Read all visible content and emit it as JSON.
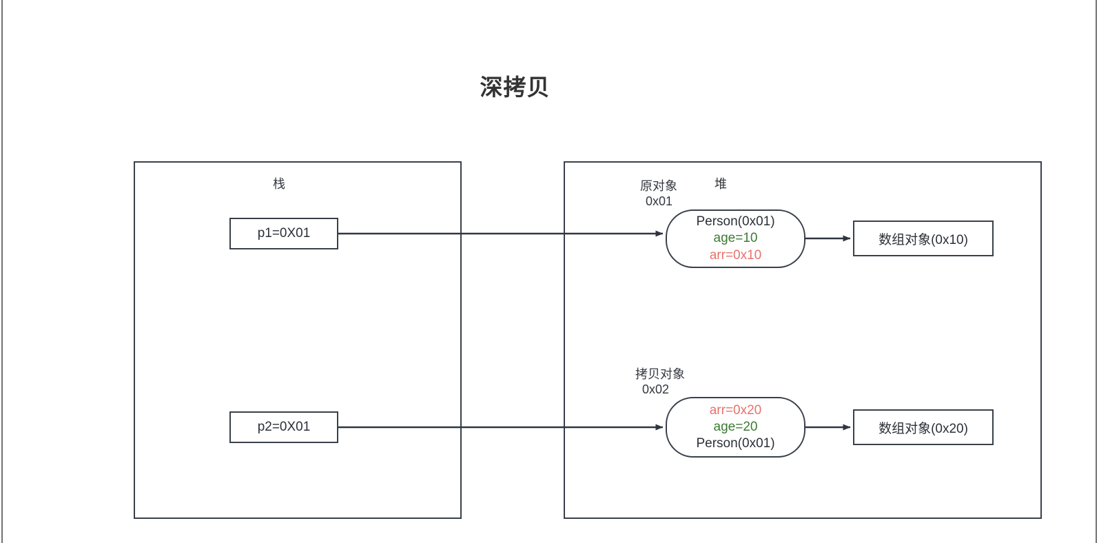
{
  "title": "深拷贝",
  "regions": {
    "stack": {
      "caption": "栈"
    },
    "heap": {
      "caption": "堆"
    }
  },
  "stack_vars": [
    {
      "label": "p1=0X01"
    },
    {
      "label": "p2=0X01"
    }
  ],
  "heap_objects": [
    {
      "annotation_name": "原对象",
      "annotation_address": "0x01",
      "lines": [
        {
          "text": "Person(0x01)",
          "color_role": "plain"
        },
        {
          "text": "age=10",
          "color_role": "green"
        },
        {
          "text": "arr=0x10",
          "color_role": "red"
        }
      ]
    },
    {
      "annotation_name": "拷贝对象",
      "annotation_address": "0x02",
      "lines": [
        {
          "text": "arr=0x20",
          "color_role": "red"
        },
        {
          "text": "age=20",
          "color_role": "green"
        },
        {
          "text": "Person(0x01)",
          "color_role": "plain"
        }
      ]
    }
  ],
  "array_objects": [
    {
      "label": "数组对象(0x10)"
    },
    {
      "label": "数组对象(0x20)"
    }
  ],
  "colors": {
    "stroke": "#39404a",
    "text": "#2b3038",
    "green": "#3c7a32",
    "red": "#e8716b",
    "page_rule": "#6e7074",
    "title": "#333333"
  }
}
